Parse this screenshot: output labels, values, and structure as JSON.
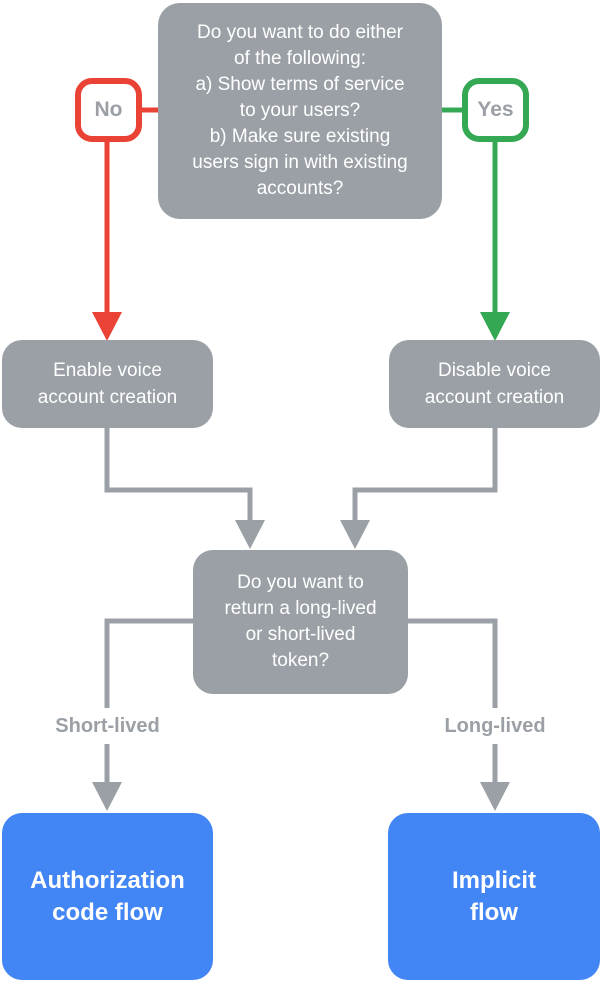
{
  "colors": {
    "node_gray": "#9AA0A6",
    "edge_gray": "#9AA0A6",
    "no_red": "#EA4335",
    "yes_green": "#34A853",
    "result_blue": "#4285F4",
    "node_text": "#FFFFFF",
    "badge_text": "#9AA0A6",
    "edge_label_text": "#9AA0A6",
    "edge_label_bg": "#FFFFFF"
  },
  "nodes": {
    "question_terms": "Do you want to do either\nof the following:\na) Show terms of service\nto your users?\nb) Make sure existing\nusers sign in with existing\naccounts?",
    "no_badge": "No",
    "yes_badge": "Yes",
    "enable_voice": "Enable voice\naccount creation",
    "disable_voice": "Disable voice\naccount creation",
    "question_token": "Do you want to\nreturn a long-lived\nor short-lived\ntoken?",
    "short_lived": "Short-lived",
    "long_lived": "Long-lived",
    "authorization_flow": "Authorization\ncode flow",
    "implicit_flow": "Implicit\nflow"
  }
}
